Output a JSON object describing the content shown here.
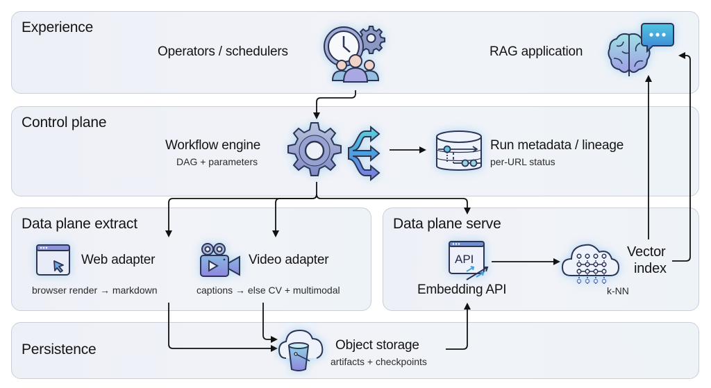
{
  "diagram": {
    "layers": [
      {
        "id": "experience",
        "title": "Experience"
      },
      {
        "id": "control",
        "title": "Control plane"
      },
      {
        "id": "extract",
        "title": "Data plane extract"
      },
      {
        "id": "serve",
        "title": "Data plane serve"
      },
      {
        "id": "persistence",
        "title": "Persistence"
      }
    ],
    "nodes": {
      "operators": {
        "label": "Operators / schedulers",
        "icon": "clock-gear-people-icon"
      },
      "rag": {
        "label": "RAG application",
        "icon": "brain-chat-icon"
      },
      "workflow": {
        "label": "Workflow engine",
        "sublabel": "DAG + parameters",
        "icon": "gear-branch-icon"
      },
      "metadata": {
        "label": "Run metadata / lineage",
        "sublabel": "per-URL status",
        "icon": "database-lineage-icon"
      },
      "web": {
        "label": "Web adapter",
        "sublabel": "browser render → markdown",
        "icon": "browser-cursor-icon"
      },
      "video": {
        "label": "Video adapter",
        "sublabel": "captions → else CV + multimodal",
        "icon": "video-camera-icon"
      },
      "embedding": {
        "label": "Embedding API",
        "icon": "api-window-icon"
      },
      "vector": {
        "label_line1": "Vector",
        "label_line2": "index",
        "sublabel": "k-NN",
        "icon": "cloud-vector-grid-icon"
      },
      "storage": {
        "label": "Object storage",
        "sublabel": "artifacts + checkpoints",
        "icon": "cloud-bucket-icon"
      }
    },
    "edges": [
      {
        "from": "operators",
        "to": "workflow"
      },
      {
        "from": "workflow",
        "to": "metadata"
      },
      {
        "from": "workflow",
        "to": "web"
      },
      {
        "from": "workflow",
        "to": "video"
      },
      {
        "from": "workflow",
        "to": "serve"
      },
      {
        "from": "web",
        "to": "storage"
      },
      {
        "from": "video",
        "to": "storage"
      },
      {
        "from": "storage",
        "to": "embedding"
      },
      {
        "from": "embedding",
        "to": "vector"
      },
      {
        "from": "vector",
        "to": "rag"
      }
    ]
  }
}
